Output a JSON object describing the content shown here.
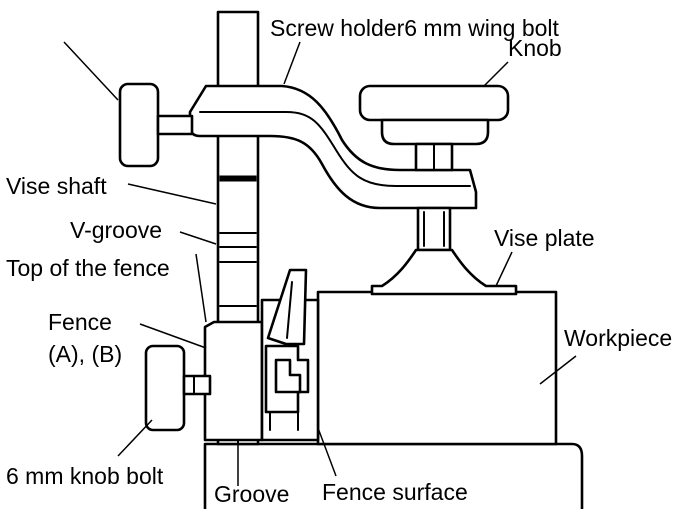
{
  "labels": {
    "screw_holder": "Screw holder",
    "wing_bolt": "6 mm wing bolt",
    "knob": "Knob",
    "vise_shaft": "Vise shaft",
    "v_groove": "V-groove",
    "vise_plate": "Vise plate",
    "top_of_fence": "Top of the fence",
    "fence_line1": "Fence",
    "fence_line2": "(A), (B)",
    "workpiece": "Workpiece",
    "knob_bolt": "6 mm knob bolt",
    "groove": "Groove",
    "fence_surface": "Fence surface"
  }
}
